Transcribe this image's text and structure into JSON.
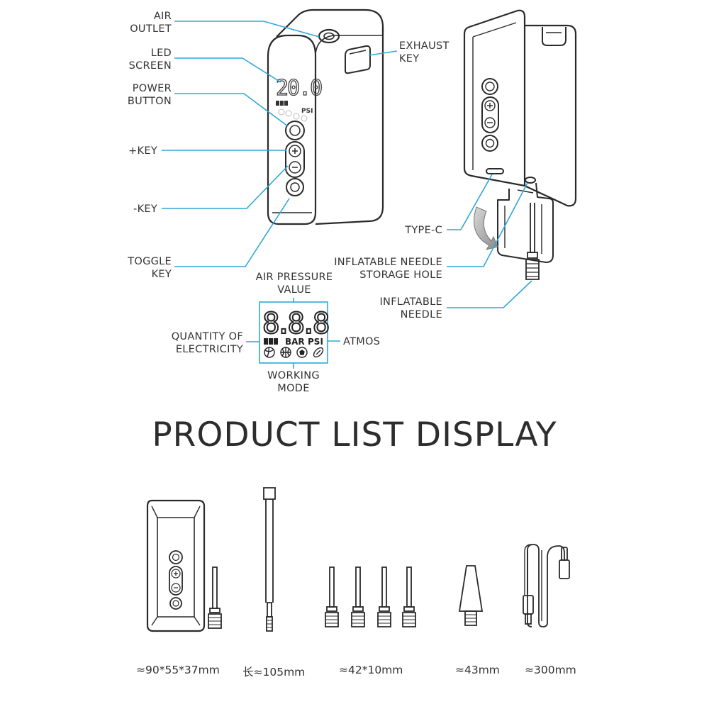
{
  "callouts": {
    "air_outlet": [
      "AIR",
      "OUTLET"
    ],
    "led_screen": [
      "LED",
      "SCREEN"
    ],
    "power_button": [
      "POWER",
      "BUTTON"
    ],
    "plus_key": [
      "+KEY"
    ],
    "minus_key": [
      "-KEY"
    ],
    "toggle_key": [
      "TOGGLE",
      "KEY"
    ],
    "exhaust_key": [
      "EXHAUST",
      "KEY"
    ],
    "type_c": [
      "TYPE-C"
    ],
    "needle_storage": [
      "INFLATABLE NEEDLE",
      "STORAGE HOLE"
    ],
    "inflatable_needle": [
      "INFLATABLE",
      "NEEDLE"
    ]
  },
  "display_diagram": {
    "air_pressure": [
      "AIR PRESSURE",
      "VALUE"
    ],
    "quantity": [
      "QUANTITY OF",
      "ELECTRICITY"
    ],
    "atmos": [
      "ATMOS"
    ],
    "working_mode": [
      "WORKING",
      "MODE"
    ],
    "digits": "8.8.8",
    "unit_bar": "BAR",
    "unit_psi": "PSI"
  },
  "device_screen": {
    "reading": "20.0",
    "unit": "PSI"
  },
  "section_title": "PRODUCT LIST DISPLAY",
  "product_dimensions": [
    "≈90*55*37mm",
    "长≈105mm",
    "≈42*10mm",
    "≈43mm",
    "≈300mm"
  ],
  "colors": {
    "callout_line": "#2ea8d6",
    "outline": "#2a2a2a"
  }
}
